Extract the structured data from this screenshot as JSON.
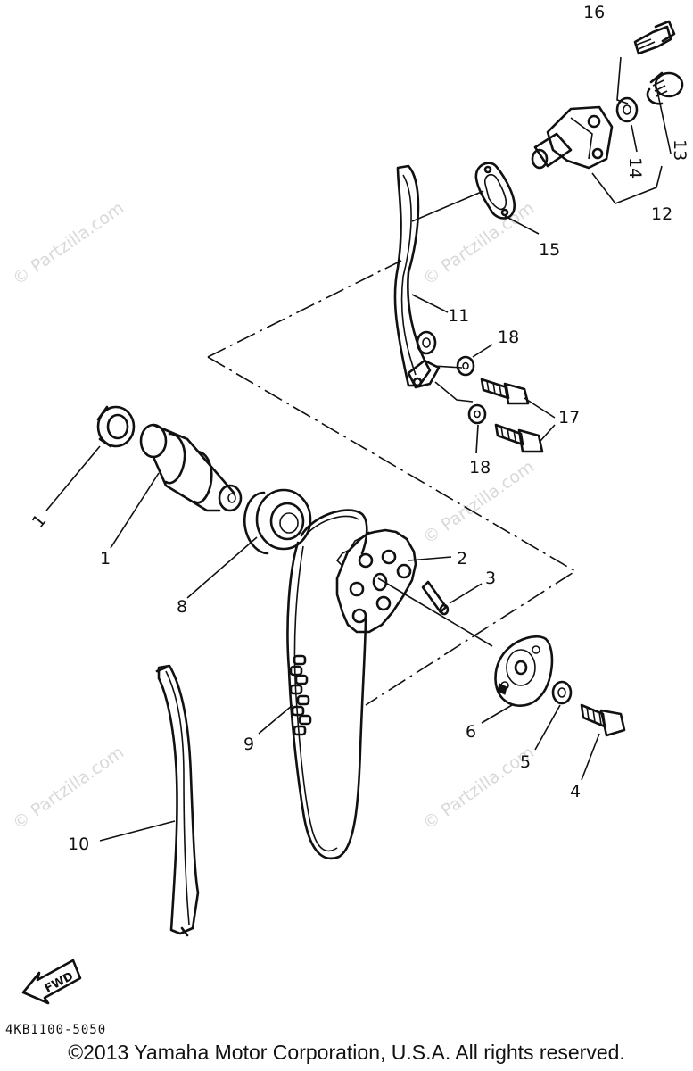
{
  "diagram": {
    "part_labels": [
      "1",
      "1",
      "2",
      "3",
      "4",
      "5",
      "6",
      "8",
      "9",
      "10",
      "11",
      "12",
      "13",
      "14",
      "15",
      "16",
      "17",
      "18",
      "18"
    ],
    "watermark": "© Partzilla.com",
    "fwd_label": "FWD",
    "part_code": "4KB1100-5050",
    "copyright": "©2013 Yamaha Motor Corporation, U.S.A. All rights reserved."
  }
}
